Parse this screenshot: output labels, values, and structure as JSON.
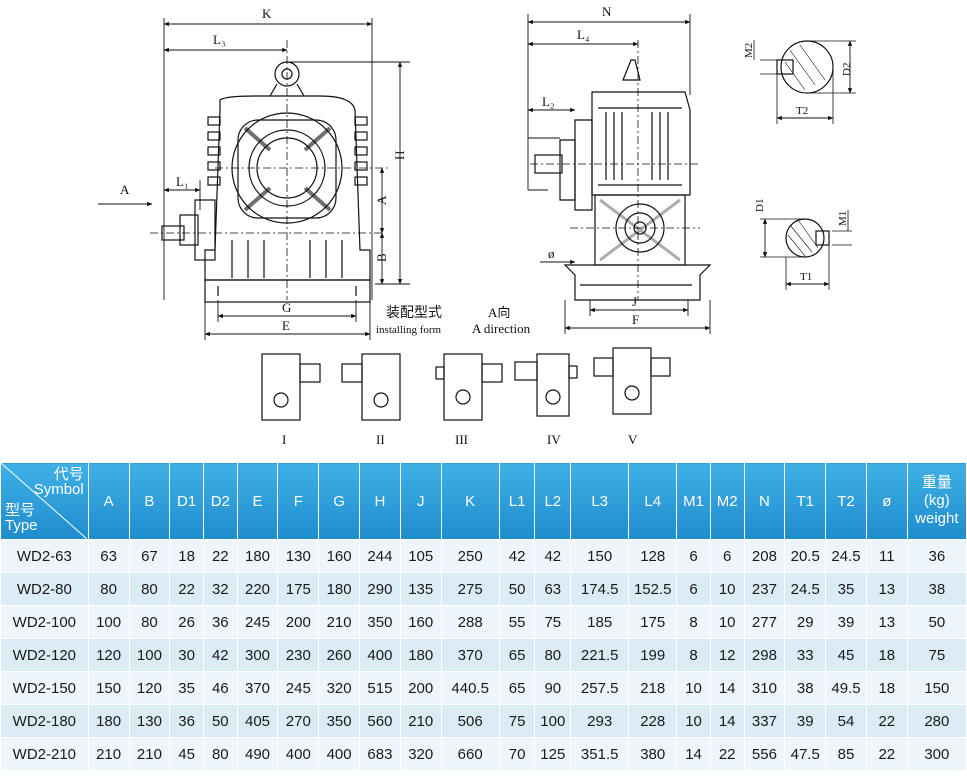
{
  "drawing": {
    "front_labels": {
      "K": "K",
      "L3": "L₃",
      "H": "H",
      "A_arrow": "A",
      "L1": "L₁",
      "A": "A",
      "B": "B",
      "G": "G",
      "E": "E"
    },
    "side_labels": {
      "N": "N",
      "L4": "L₄",
      "L2": "L₂",
      "phi": "ø",
      "J": "J",
      "F": "F"
    },
    "shaft_labels": {
      "M2": "M2",
      "D2": "D2",
      "T2": "T2",
      "D1": "D1",
      "M1": "M1",
      "T1": "T1"
    },
    "install_cn": "装配型式",
    "install_en": "installing form",
    "dir_cn": "A向",
    "dir_en": "A direction",
    "forms": [
      "I",
      "II",
      "III",
      "IV",
      "V"
    ]
  },
  "table": {
    "header_top_cn": "代号",
    "header_top_en": "Symbol",
    "header_bot_cn": "型号",
    "header_bot_en": "Type",
    "columns": [
      "A",
      "B",
      "D1",
      "D2",
      "E",
      "F",
      "G",
      "H",
      "J",
      "K",
      "L1",
      "L2",
      "L3",
      "L4",
      "M1",
      "M2",
      "N",
      "T1",
      "T2",
      "ø"
    ],
    "weight_cn": "重量",
    "weight_unit": "(kg)",
    "weight_en": "weight",
    "rows": [
      {
        "type": "WD2-63",
        "vals": [
          "63",
          "67",
          "18",
          "22",
          "180",
          "130",
          "160",
          "244",
          "105",
          "250",
          "42",
          "42",
          "150",
          "128",
          "6",
          "6",
          "208",
          "20.5",
          "24.5",
          "11"
        ],
        "weight": "36"
      },
      {
        "type": "WD2-80",
        "vals": [
          "80",
          "80",
          "22",
          "32",
          "220",
          "175",
          "180",
          "290",
          "135",
          "275",
          "50",
          "63",
          "174.5",
          "152.5",
          "6",
          "10",
          "237",
          "24.5",
          "35",
          "13"
        ],
        "weight": "38"
      },
      {
        "type": "WD2-100",
        "vals": [
          "100",
          "80",
          "26",
          "36",
          "245",
          "200",
          "210",
          "350",
          "160",
          "288",
          "55",
          "75",
          "185",
          "175",
          "8",
          "10",
          "277",
          "29",
          "39",
          "13"
        ],
        "weight": "50"
      },
      {
        "type": "WD2-120",
        "vals": [
          "120",
          "100",
          "30",
          "42",
          "300",
          "230",
          "260",
          "400",
          "180",
          "370",
          "65",
          "80",
          "221.5",
          "199",
          "8",
          "12",
          "298",
          "33",
          "45",
          "18"
        ],
        "weight": "75"
      },
      {
        "type": "WD2-150",
        "vals": [
          "150",
          "120",
          "35",
          "46",
          "370",
          "245",
          "320",
          "515",
          "200",
          "440.5",
          "65",
          "90",
          "257.5",
          "218",
          "10",
          "14",
          "310",
          "38",
          "49.5",
          "18"
        ],
        "weight": "150"
      },
      {
        "type": "WD2-180",
        "vals": [
          "180",
          "130",
          "36",
          "50",
          "405",
          "270",
          "350",
          "560",
          "210",
          "506",
          "75",
          "100",
          "293",
          "228",
          "10",
          "14",
          "337",
          "39",
          "54",
          "22"
        ],
        "weight": "280"
      },
      {
        "type": "WD2-210",
        "vals": [
          "210",
          "210",
          "45",
          "80",
          "490",
          "400",
          "400",
          "683",
          "320",
          "660",
          "70",
          "125",
          "351.5",
          "380",
          "14",
          "22",
          "556",
          "47.5",
          "85",
          "22"
        ],
        "weight": "300"
      }
    ]
  }
}
